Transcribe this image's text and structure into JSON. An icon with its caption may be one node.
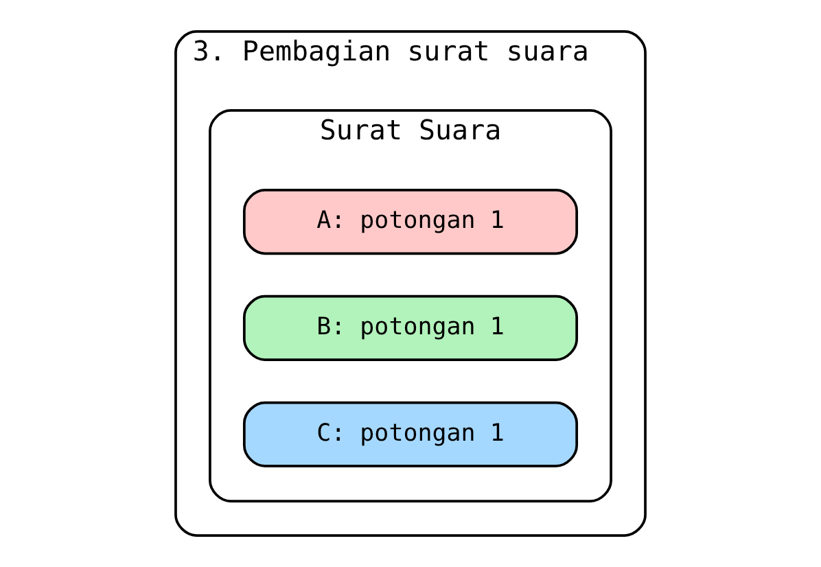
{
  "diagram": {
    "nodes": [
      {
        "text": [
          "3. Pembagian surat suara"
        ]
      },
      {
        "text": [
          "Surat Suara"
        ],
        "in": 0
      },
      {
        "text": [
          "A: potongan 1"
        ],
        "in": 1
      },
      {
        "text": [
          "B: potongan 1"
        ],
        "in": 1
      },
      {
        "text": [
          "C: potongan 1"
        ],
        "in": 1
      }
    ]
  }
}
